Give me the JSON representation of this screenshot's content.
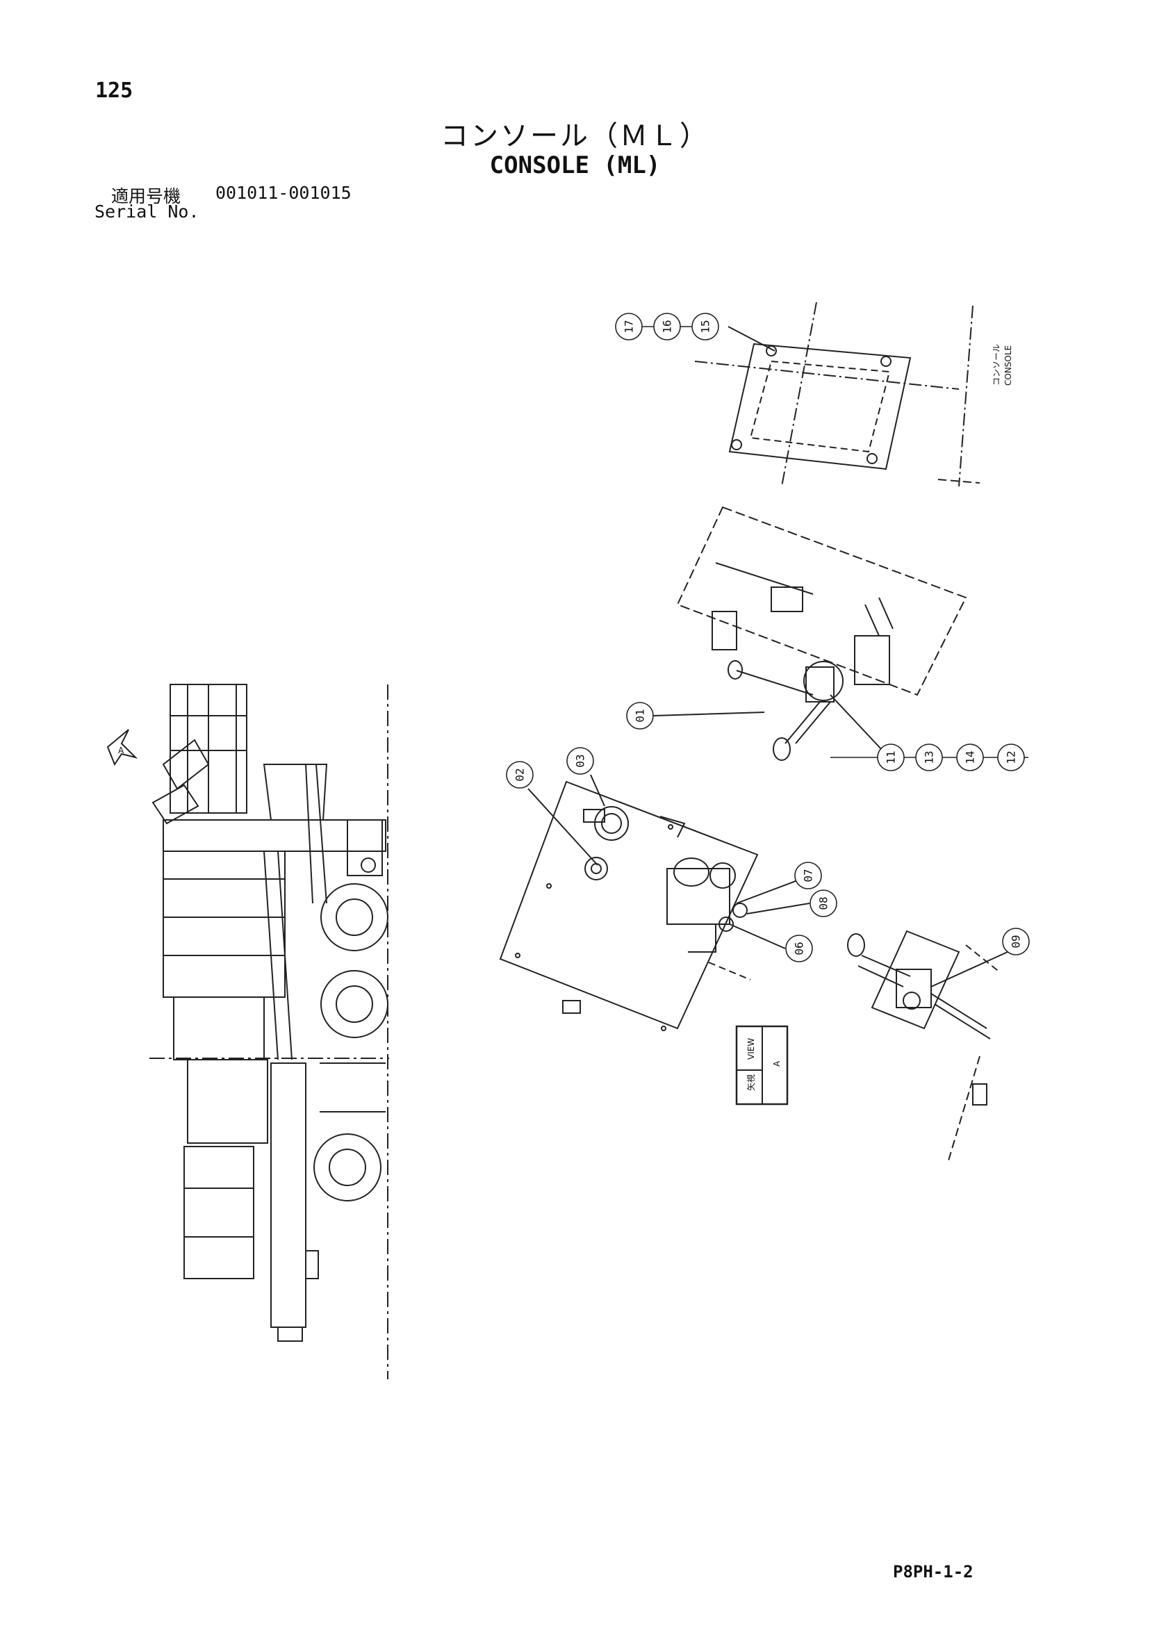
{
  "page_number": "125",
  "title_jp": "コンソール（ＭＬ）",
  "title_en": "CONSOLE (ML)",
  "serial_label_jp": "適用号機",
  "serial_label_en": "Serial No.",
  "serial_range": "001011-001015",
  "drawing_code": "P8PH-1-2",
  "diagram": {
    "console_label_jp": "コンソール",
    "console_label_en": "CONSOLE",
    "view_arrow_label": "A",
    "view_box_jp": "矢視",
    "view_box_en": "VIEW",
    "view_box_letter": "A",
    "callouts": [
      "17",
      "16",
      "15",
      "01",
      "11",
      "13",
      "14",
      "12",
      "02",
      "03",
      "07",
      "08",
      "06",
      "09"
    ]
  }
}
